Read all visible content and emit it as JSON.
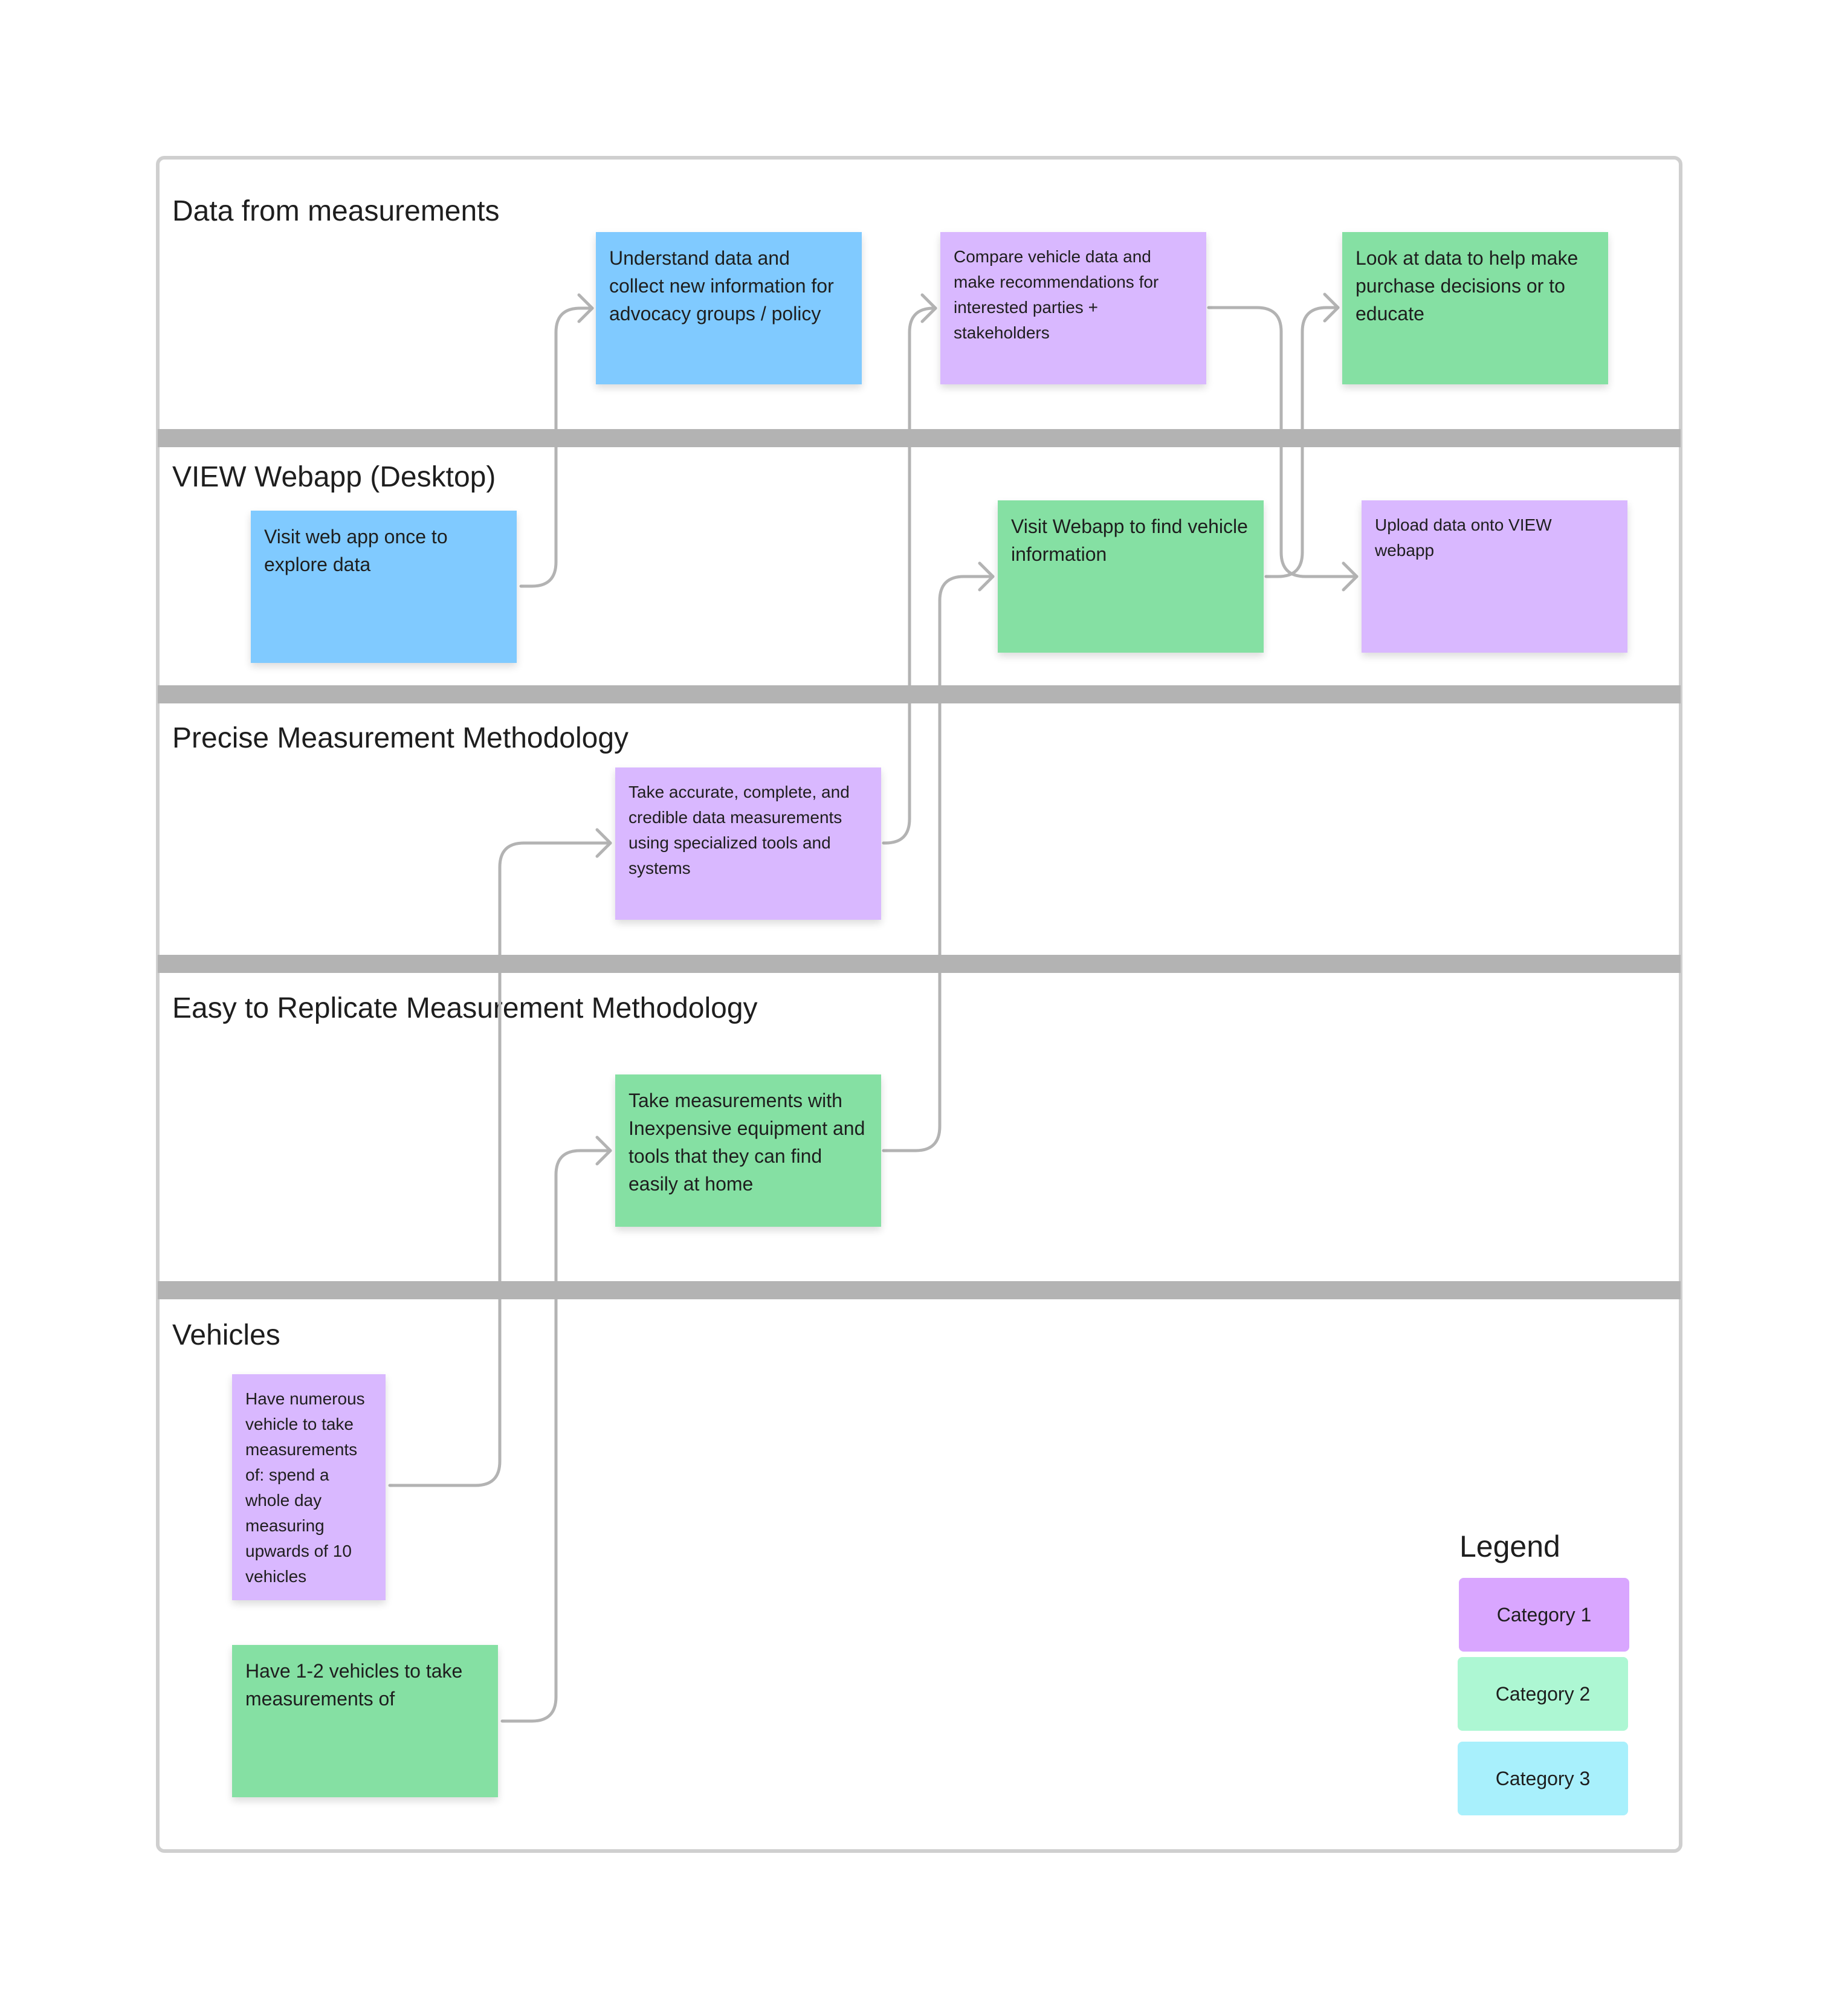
{
  "lanes": [
    {
      "title": "Data from measurements"
    },
    {
      "title": "VIEW Webapp (Desktop)"
    },
    {
      "title": "Precise Measurement Methodology"
    },
    {
      "title": "Easy to Replicate Measurement Methodology"
    },
    {
      "title": "Vehicles"
    }
  ],
  "notes": {
    "understand_data": "Understand data and collect new information for advocacy groups / policy",
    "compare_vehicle_data": "Compare vehicle data and make recommendations for interested parties + stakeholders",
    "look_at_data": "Look at data to help make purchase decisions or to educate",
    "visit_web_app_once": "Visit web app once to explore data",
    "visit_webapp_find": "Visit Webapp to find vehicle information",
    "upload_data": "Upload data onto VIEW webapp",
    "take_accurate": "Take accurate, complete, and credible data measurements using specialized tools and systems",
    "take_inexpensive": "Take measurements with Inexpensive equipment and tools that they can find easily at home",
    "numerous_vehicles": "Have numerous vehicle to take measurements of: spend a whole day measuring upwards of 10 vehicles",
    "one_two_vehicles": "Have 1-2 vehicles to take measurements of"
  },
  "legend": {
    "title": "Legend",
    "items": [
      {
        "label": "Category 1",
        "color": "#d9a6ff"
      },
      {
        "label": "Category 2",
        "color": "#adf7d3"
      },
      {
        "label": "Category 3",
        "color": "#a8f0fc"
      }
    ]
  },
  "colors": {
    "purple_note": "#d9b8ff",
    "green_note": "#85e0a3",
    "blue_note": "#80caff",
    "connector": "#b3b3b3",
    "divider": "#b3b3b3",
    "frame": "#cfcfcf"
  }
}
